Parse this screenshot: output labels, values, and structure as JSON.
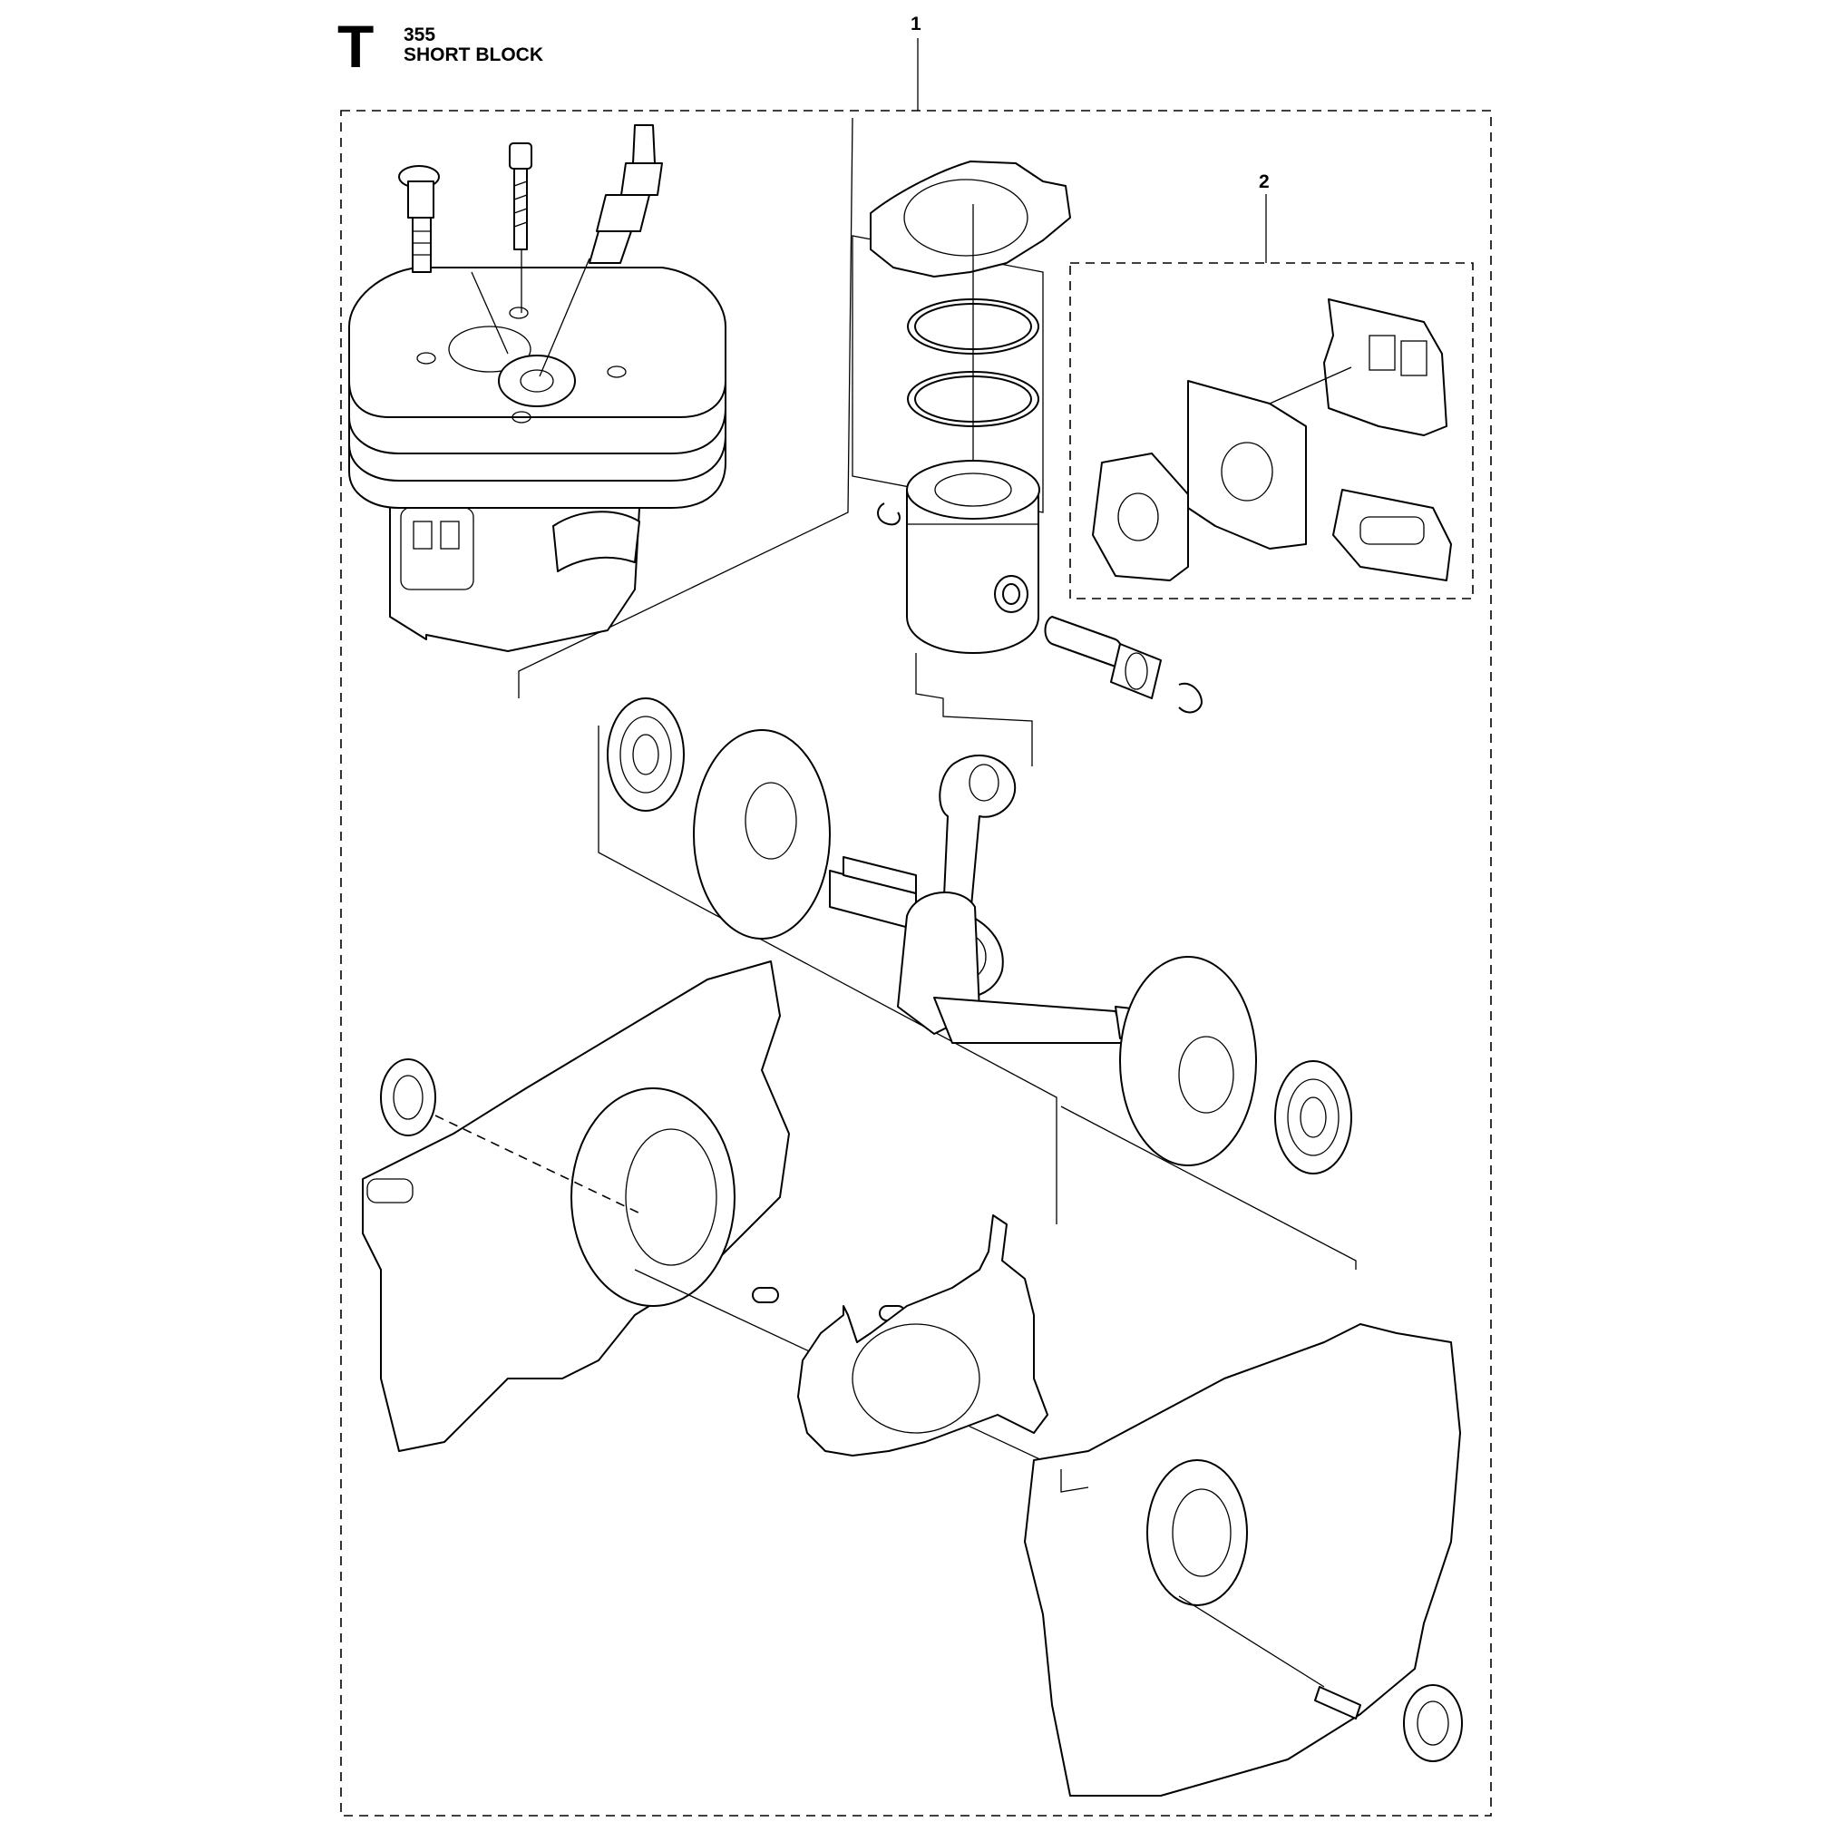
{
  "header": {
    "section_letter": "T",
    "model_number": "355",
    "title": "SHORT BLOCK"
  },
  "callouts": [
    {
      "label": "1"
    },
    {
      "label": "2"
    }
  ]
}
